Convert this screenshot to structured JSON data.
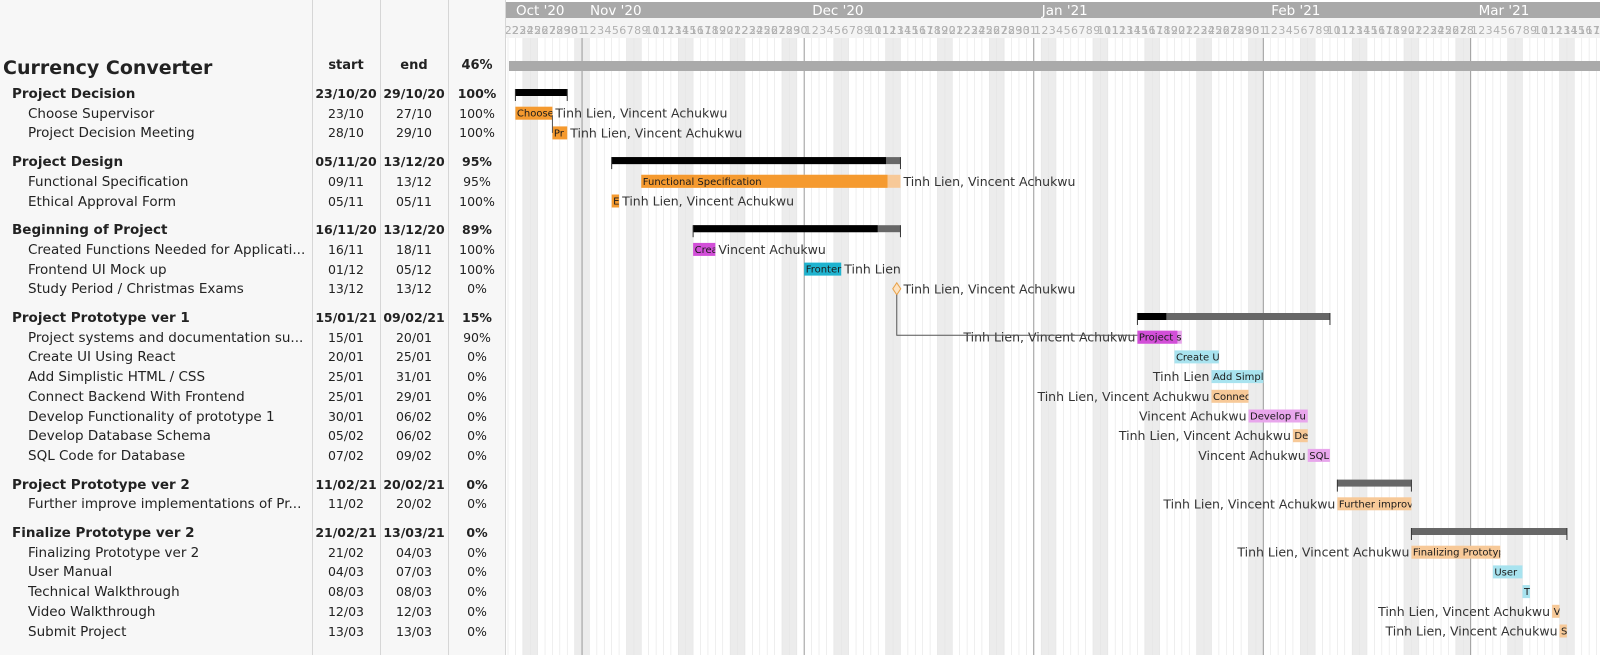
{
  "project_title": "Currency Converter",
  "columns": {
    "start": "start",
    "end": "end"
  },
  "project": {
    "start": "",
    "end": "",
    "percent": "46%",
    "progress": 0.46
  },
  "chart_data": {
    "type": "gantt",
    "timeline": {
      "start": "2020-10-22",
      "end": "2021-03-25"
    },
    "months": [
      {
        "label": "Oct '20",
        "date": "2020-10-22"
      },
      {
        "label": "Nov '20",
        "date": "2020-11-01"
      },
      {
        "label": "Dec '20",
        "date": "2020-12-01"
      },
      {
        "label": "Jan '21",
        "date": "2021-01-01"
      },
      {
        "label": "Feb '21",
        "date": "2021-02-01"
      },
      {
        "label": "Mar '21",
        "date": "2021-03-01"
      }
    ],
    "colors": {
      "orange": "#f59a2f",
      "magenta": "#d24fd8",
      "cyan": "#1fb3cf",
      "group_done": "#000000",
      "group_remaining": "#676767",
      "project_bar": "#aaaaaa"
    },
    "groups": [
      {
        "name": "Project Decision",
        "start": "23/10/20",
        "end": "29/10/20",
        "percent": "100%",
        "start_date": "2020-10-23",
        "end_date": "2020-10-29",
        "progress": 1.0,
        "tasks": [
          {
            "name": "Choose Supervisor",
            "start": "23/10",
            "end": "27/10",
            "percent": "100%",
            "start_date": "2020-10-23",
            "end_date": "2020-10-27",
            "progress": 1.0,
            "color": "orange",
            "bar_label": "Choose",
            "resources": "Tinh Lien, Vincent Achukwu",
            "label_side": "right"
          },
          {
            "name": "Project Decision Meeting",
            "start": "28/10",
            "end": "29/10",
            "percent": "100%",
            "start_date": "2020-10-28",
            "end_date": "2020-10-29",
            "progress": 1.0,
            "color": "orange",
            "bar_label": "Pr",
            "resources": "Tinh Lien, Vincent Achukwu",
            "label_side": "right"
          }
        ]
      },
      {
        "name": "Project Design",
        "start": "05/11/20",
        "end": "13/12/20",
        "percent": "95%",
        "start_date": "2020-11-05",
        "end_date": "2020-12-13",
        "progress": 0.95,
        "tasks": [
          {
            "name": "Functional Specification",
            "start": "09/11",
            "end": "13/12",
            "percent": "95%",
            "start_date": "2020-11-09",
            "end_date": "2020-12-13",
            "progress": 0.95,
            "color": "orange",
            "bar_label": "Functional Specification",
            "resources": "Tinh Lien, Vincent Achukwu",
            "label_side": "right"
          },
          {
            "name": "Ethical Approval Form",
            "start": "05/11",
            "end": "05/11",
            "percent": "100%",
            "start_date": "2020-11-05",
            "end_date": "2020-11-05",
            "progress": 1.0,
            "color": "orange",
            "bar_label": "E",
            "resources": "Tinh Lien, Vincent Achukwu",
            "label_side": "right"
          }
        ]
      },
      {
        "name": "Beginning of Project",
        "start": "16/11/20",
        "end": "13/12/20",
        "percent": "89%",
        "start_date": "2020-11-16",
        "end_date": "2020-12-13",
        "progress": 0.89,
        "tasks": [
          {
            "name": "Created Functions Needed for Applicati...",
            "start": "16/11",
            "end": "18/11",
            "percent": "100%",
            "start_date": "2020-11-16",
            "end_date": "2020-11-18",
            "progress": 1.0,
            "color": "magenta",
            "bar_label": "Crea",
            "resources": "Vincent Achukwu",
            "label_side": "right"
          },
          {
            "name": "Frontend UI Mock up",
            "start": "01/12",
            "end": "05/12",
            "percent": "100%",
            "start_date": "2020-12-01",
            "end_date": "2020-12-05",
            "progress": 1.0,
            "color": "cyan",
            "bar_label": "Fronten",
            "resources": "Tinh Lien",
            "label_side": "right"
          },
          {
            "name": "Study Period / Christmas Exams",
            "start": "13/12",
            "end": "13/12",
            "percent": "0%",
            "start_date": "2020-12-13",
            "end_date": "2020-12-13",
            "progress": 0.0,
            "color": "orange",
            "bar_label": "",
            "resources": "Tinh Lien, Vincent Achukwu",
            "label_side": "right",
            "milestone": true
          }
        ]
      },
      {
        "name": "Project Prototype ver 1",
        "start": "15/01/21",
        "end": "09/02/21",
        "percent": "15%",
        "start_date": "2021-01-15",
        "end_date": "2021-02-09",
        "progress": 0.15,
        "tasks": [
          {
            "name": "Project systems and documentation su...",
            "start": "15/01",
            "end": "20/01",
            "percent": "90%",
            "start_date": "2021-01-15",
            "end_date": "2021-01-20",
            "progress": 0.9,
            "color": "magenta",
            "bar_label": "Project s",
            "resources": "Tinh Lien, Vincent Achukwu",
            "label_side": "left"
          },
          {
            "name": "Create UI Using React",
            "start": "20/01",
            "end": "25/01",
            "percent": "0%",
            "start_date": "2021-01-20",
            "end_date": "2021-01-25",
            "progress": 0.0,
            "color": "cyan",
            "bar_label": "Create UI",
            "resources": "",
            "label_side": "left"
          },
          {
            "name": "Add Simplistic HTML / CSS",
            "start": "25/01",
            "end": "31/01",
            "percent": "0%",
            "start_date": "2021-01-25",
            "end_date": "2021-01-31",
            "progress": 0.0,
            "color": "cyan",
            "bar_label": "Add Simpli",
            "resources": "Tinh Lien",
            "label_side": "left"
          },
          {
            "name": "Connect Backend With Frontend",
            "start": "25/01",
            "end": "29/01",
            "percent": "0%",
            "start_date": "2021-01-25",
            "end_date": "2021-01-29",
            "progress": 0.0,
            "color": "orange",
            "bar_label": "Connec",
            "resources": "Tinh Lien, Vincent Achukwu",
            "label_side": "left"
          },
          {
            "name": "Develop Functionality of prototype 1",
            "start": "30/01",
            "end": "06/02",
            "percent": "0%",
            "start_date": "2021-01-30",
            "end_date": "2021-02-06",
            "progress": 0.0,
            "color": "magenta",
            "bar_label": "Develop Fu",
            "resources": "Vincent Achukwu",
            "label_side": "left"
          },
          {
            "name": "Develop Database Schema",
            "start": "05/02",
            "end": "06/02",
            "percent": "0%",
            "start_date": "2021-02-05",
            "end_date": "2021-02-06",
            "progress": 0.0,
            "color": "orange",
            "bar_label": "De",
            "resources": "Tinh Lien, Vincent Achukwu",
            "label_side": "left"
          },
          {
            "name": "SQL Code for Database",
            "start": "07/02",
            "end": "09/02",
            "percent": "0%",
            "start_date": "2021-02-07",
            "end_date": "2021-02-09",
            "progress": 0.0,
            "color": "magenta",
            "bar_label": "SQL",
            "resources": "Vincent Achukwu",
            "label_side": "left"
          }
        ]
      },
      {
        "name": "Project Prototype ver 2",
        "start": "11/02/21",
        "end": "20/02/21",
        "percent": "0%",
        "start_date": "2021-02-11",
        "end_date": "2021-02-20",
        "progress": 0.0,
        "tasks": [
          {
            "name": "Further improve implementations of Pr...",
            "start": "11/02",
            "end": "20/02",
            "percent": "0%",
            "start_date": "2021-02-11",
            "end_date": "2021-02-20",
            "progress": 0.0,
            "color": "orange",
            "bar_label": "Further improv",
            "resources": "Tinh Lien, Vincent Achukwu",
            "label_side": "left"
          }
        ]
      },
      {
        "name": "Finalize Prototype ver 2",
        "start": "21/02/21",
        "end": "13/03/21",
        "percent": "0%",
        "start_date": "2021-02-21",
        "end_date": "2021-03-13",
        "progress": 0.0,
        "tasks": [
          {
            "name": "Finalizing Prototype ver 2",
            "start": "21/02",
            "end": "04/03",
            "percent": "0%",
            "start_date": "2021-02-21",
            "end_date": "2021-03-04",
            "progress": 0.0,
            "color": "orange",
            "bar_label": "Finalizing Prototyp",
            "resources": "Tinh Lien, Vincent Achukwu",
            "label_side": "left"
          },
          {
            "name": "User Manual",
            "start": "04/03",
            "end": "07/03",
            "percent": "0%",
            "start_date": "2021-03-04",
            "end_date": "2021-03-07",
            "progress": 0.0,
            "color": "cyan",
            "bar_label": "User",
            "resources": "",
            "label_side": "left"
          },
          {
            "name": "Technical Walkthrough",
            "start": "08/03",
            "end": "08/03",
            "percent": "0%",
            "start_date": "2021-03-08",
            "end_date": "2021-03-08",
            "progress": 0.0,
            "color": "cyan",
            "bar_label": "T",
            "resources": "",
            "label_side": "left"
          },
          {
            "name": "Video Walkthrough",
            "start": "12/03",
            "end": "12/03",
            "percent": "0%",
            "start_date": "2021-03-12",
            "end_date": "2021-03-12",
            "progress": 0.0,
            "color": "orange",
            "bar_label": "V",
            "resources": "Tinh Lien, Vincent Achukwu",
            "label_side": "left"
          },
          {
            "name": "Submit Project",
            "start": "13/03",
            "end": "13/03",
            "percent": "0%",
            "start_date": "2021-03-13",
            "end_date": "2021-03-13",
            "progress": 0.0,
            "color": "orange",
            "bar_label": "S",
            "resources": "Tinh Lien, Vincent Achukwu",
            "label_side": "left"
          }
        ]
      }
    ]
  }
}
